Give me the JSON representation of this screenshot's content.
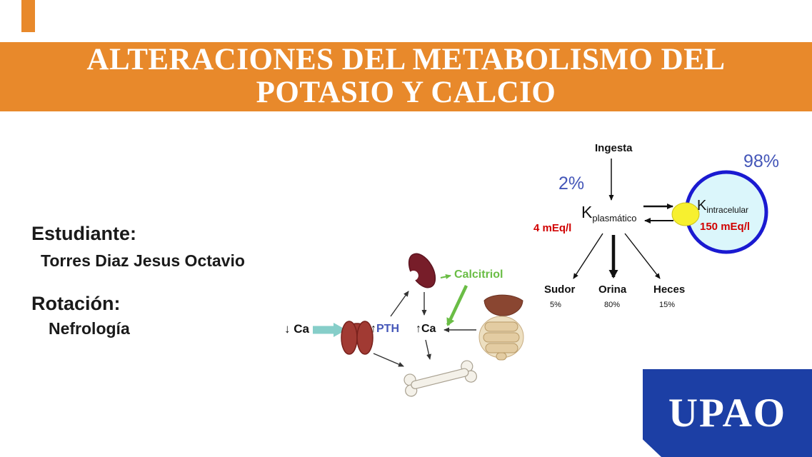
{
  "title": {
    "line1": "ALTERACIONES DEL METABOLISMO DEL",
    "line2": "POTASIO Y CALCIO"
  },
  "student": {
    "label": "Estudiante:",
    "name": "Torres Diaz Jesus Octavio",
    "rotation_label": "Rotación:",
    "rotation_value": "Nefrología"
  },
  "ca_diagram": {
    "low_ca": "↓ Ca",
    "pth_arrow": "↑",
    "pth": "PTH",
    "calcitriol": "Calcitriol",
    "up_ca": "↑Ca"
  },
  "k_diagram": {
    "ingesta": "Ingesta",
    "plasma_pct": "2%",
    "k_plasma": "K",
    "k_plasma_sub": "plasmático",
    "plasma_conc": "4 mEq/l",
    "intra_pct": "98%",
    "k_intra": "K",
    "k_intra_sub": "intracelular",
    "intra_conc": "150 mEq/l",
    "outputs": [
      {
        "label": "Sudor",
        "pct": "5%"
      },
      {
        "label": "Orina",
        "pct": "80%"
      },
      {
        "label": "Heces",
        "pct": "15%"
      }
    ]
  },
  "logo": {
    "text": "UPAO"
  },
  "colors": {
    "banner_orange": "#E8892B",
    "accent_blue": "#4456B8",
    "circle_blue": "#1A1AD1",
    "alert_red": "#D10000",
    "calcitriol_green": "#6ABD45",
    "logo_blue": "#1C3FA5",
    "pump_yellow": "#F7F02F",
    "teal_arrow": "#86CEC9"
  }
}
